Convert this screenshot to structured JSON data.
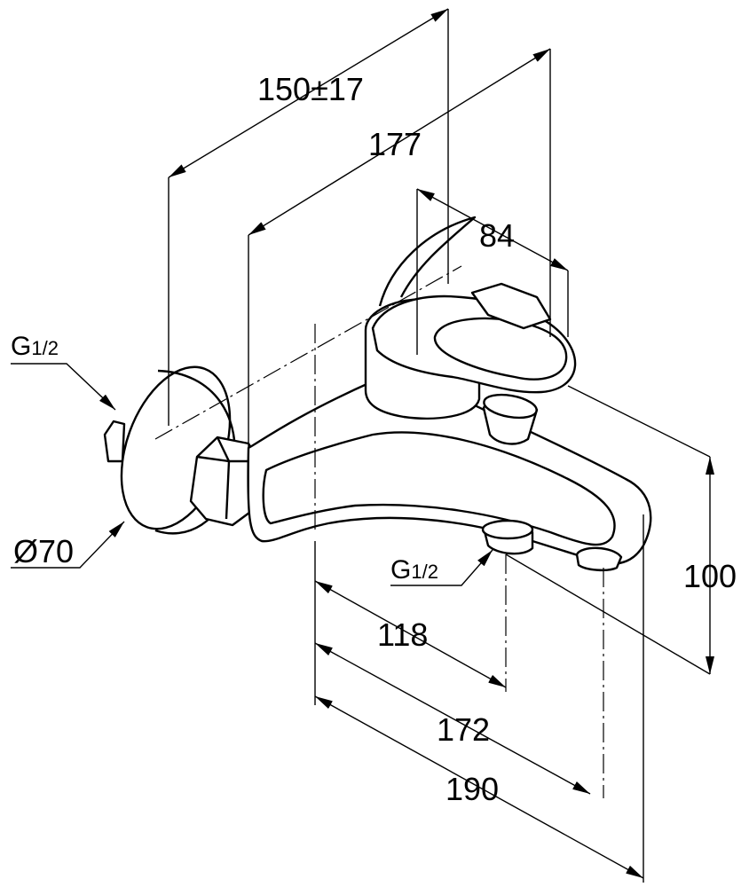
{
  "drawing": {
    "dimensions": {
      "wall_distance": "150±17",
      "projection_handle": "177",
      "handle_width": "84",
      "height": "100",
      "outlet_offset": "118",
      "spout_offset": "172",
      "total_length": "190",
      "rosette_diameter": "Ø70"
    },
    "thread_inlet": {
      "main": "G",
      "sub": "1/2"
    },
    "thread_outlet": {
      "main": "G",
      "sub": "1/2"
    }
  }
}
